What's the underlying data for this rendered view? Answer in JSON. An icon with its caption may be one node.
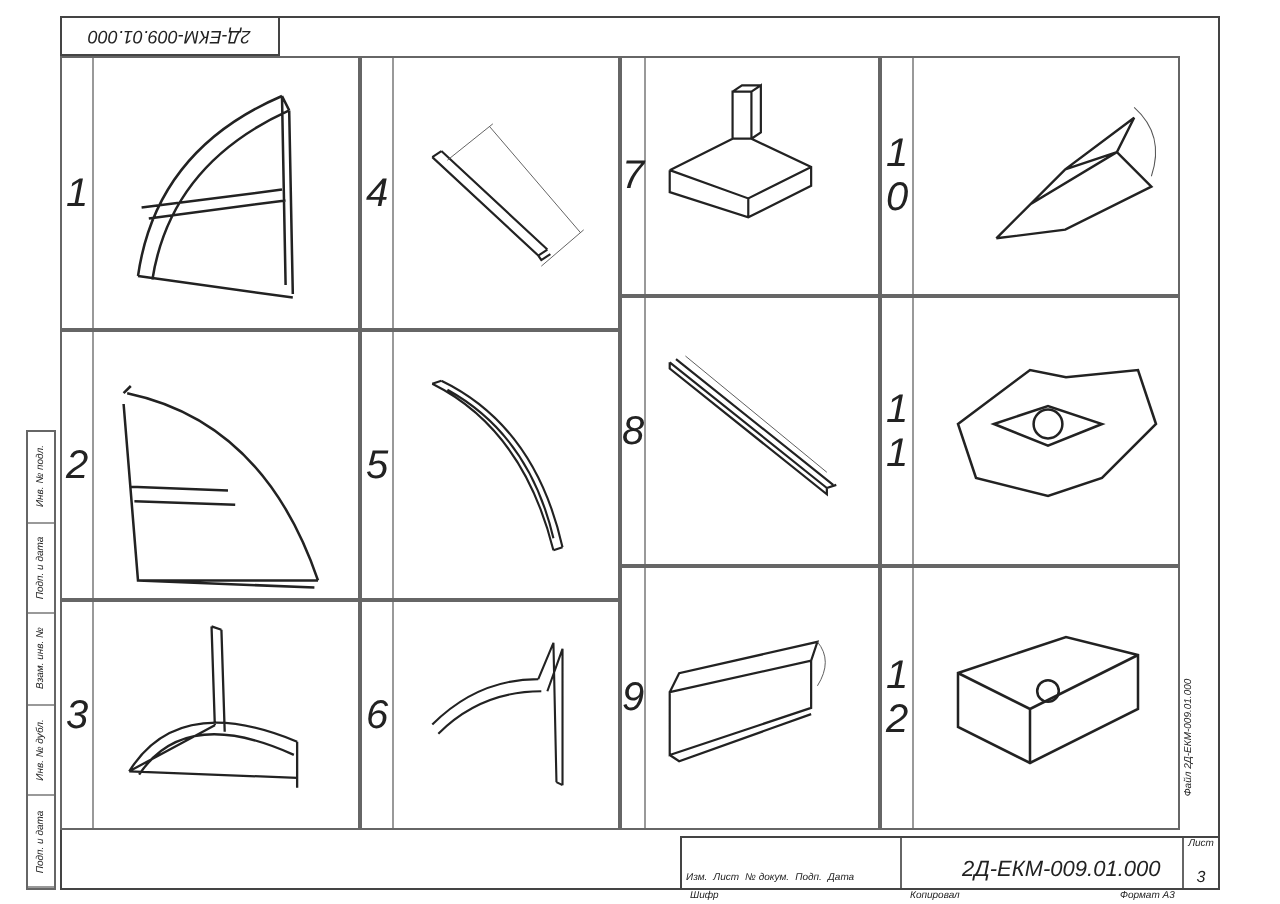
{
  "diagram": {
    "labels": [
      "2Д-ЕКМ-009.01.000",
      "1",
      "2",
      "3",
      "4",
      "5",
      "6",
      "7",
      "8",
      "9",
      "10",
      "11",
      "12",
      "Подп. и дата",
      "Инв. № дубл.",
      "Взам. инв. №",
      "Подп. и дата",
      "Инв. № подл.",
      "Изм.",
      "Лист",
      "№ докум.",
      "Подп.",
      "Дата",
      "2Д-ЕКМ-009.01.000",
      "Лист",
      "3",
      "Шифр",
      "Копировал",
      "Формат А3",
      "Файл 2Д-ЕКМ-009.01.000"
    ]
  }
}
